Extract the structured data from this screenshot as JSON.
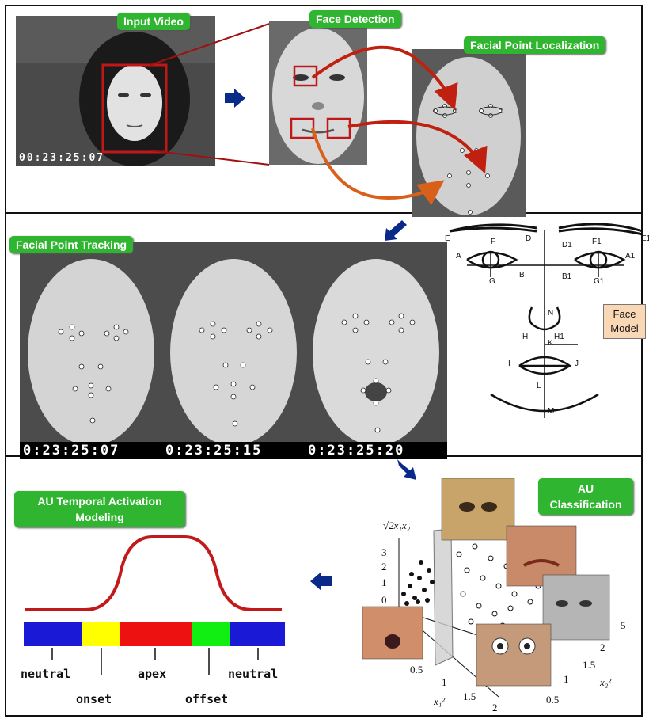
{
  "labels": {
    "input_video": "Input Video",
    "face_detection": "Face Detection",
    "facial_point_localization": "Facial Point Localization",
    "facial_point_tracking": "Facial Point Tracking",
    "au_classification": "AU Classification",
    "au_temporal_activation": "AU Temporal Activation Modeling"
  },
  "timestamps": {
    "input": "00:23:25:07",
    "input_prefix": "00:23:25:07",
    "frame1": "0:23:25:07",
    "frame2": "0:23:25:15",
    "frame3": "0:23:25:20"
  },
  "face_model": {
    "label": "Face Model",
    "points": [
      "E",
      "D",
      "D1",
      "E1",
      "F",
      "F1",
      "A",
      "B",
      "G",
      "A1",
      "B1",
      "G1",
      "N",
      "H",
      "H1",
      "K",
      "I",
      "J",
      "L",
      "M"
    ]
  },
  "phases": [
    "neutral",
    "onset",
    "apex",
    "offset",
    "neutral"
  ],
  "phase_colors": [
    "#1a1ad6",
    "#ffff00",
    "#ee1111",
    "#11ee11",
    "#1a1ad6"
  ],
  "svm_plot": {
    "z_label": "√2x₁x₂",
    "z_ticks": [
      "3",
      "2",
      "1",
      "0"
    ],
    "x1_label": "x₁²",
    "x1_ticks": [
      "0.5",
      "1",
      "1.5",
      "2"
    ],
    "x2_label": "x₂²",
    "x2_ticks": [
      "0.5",
      "1",
      "1.5",
      "2",
      "5"
    ]
  },
  "colors": {
    "label_green": "#2fb52f",
    "arrow_red": "#c0200f",
    "arrow_blue": "#0a2a8a",
    "curve_red": "#c21a1a"
  }
}
